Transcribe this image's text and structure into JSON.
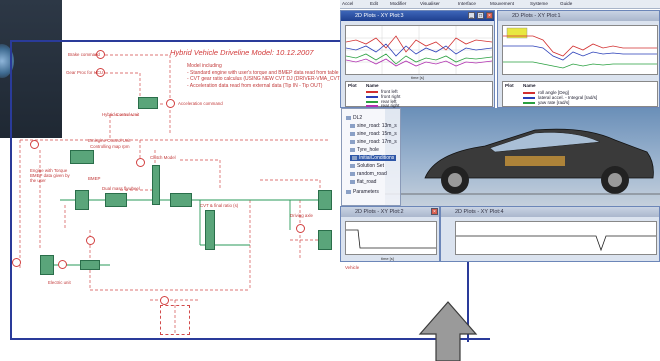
{
  "diagram": {
    "title": "Hybrid Vehicle Driveline Model: 10.12.2007",
    "notes": [
      "Model including",
      "- Standard engine with user's torque and BMEP data read from table",
      "- CVT gear ratio calculus (USING NEW CVT DJ (DRIVER-VMA_CVTB)",
      "- Acceleration data read from external data (Tip IN - Tip OUT)"
    ],
    "labels": {
      "brake": "Brake command",
      "gear": "Gear Proc for HCU",
      "hybrid": "Hybrid Control Unit",
      "accel": "Acceleration command",
      "ecu": "Emisgine Control Unit",
      "ecu2": "Controlling map rpm",
      "engine": "Engine with Torque BMEP data given by the user",
      "bmep": "BMEP",
      "flywheel": "Dual mass flywheel",
      "clutch": "Clutch Model",
      "cvt": "CVT & final ratio (s)",
      "driving_axle": "Driving axle",
      "vehicle": "Vehicle",
      "electric": "Electric unit"
    }
  },
  "menubar": [
    "Accel",
    "Edit",
    "Modifier",
    "Visualiser",
    "Interface",
    "Mouvement",
    "Systeme",
    "Guide"
  ],
  "windows": {
    "plot1": {
      "title": "2D Plots - XY Plot:3"
    },
    "plot2": {
      "title": "2D Plots - XY Plot:1"
    },
    "plot3": {
      "title": "2D Plots - XY Plot:2"
    },
    "plot4": {
      "title": "2D Plots - XY Plot:4"
    }
  },
  "legend1": {
    "col_plot": "Plot",
    "col_name": "Name",
    "rows": [
      {
        "name": "front left",
        "color": "#d23030"
      },
      {
        "name": "front right",
        "color": "#2a3fb8"
      },
      {
        "name": "rear left",
        "color": "#2aa040"
      },
      {
        "name": "rear right",
        "color": "#b030b0"
      }
    ]
  },
  "legend2": {
    "col_plot": "Plot",
    "col_name": "Name",
    "rows": [
      {
        "name": "roll angle [Deg]",
        "color": "#d23030"
      },
      {
        "name": "lateral accel. - Integral [rad/s]",
        "color": "#2a3fb8"
      },
      {
        "name": "yaw rate [rad/s]",
        "color": "#2aa040"
      }
    ]
  },
  "tree": {
    "items": [
      "DL2",
      "sine_road: 13m_s",
      "sine_road: 15m_s",
      "sine_road: 17m_s",
      "Tyre_hole",
      "InitialConditions",
      "Solution Set",
      "random_road",
      "flat_road",
      "Parameters"
    ],
    "selected_index": 5
  },
  "plot1": {
    "axis_label": "time [s]"
  },
  "plot3": {
    "axis_label": "time [s]"
  },
  "colors": {
    "frame_blue": "#2a3b9a",
    "diagram_red": "#d23a3a",
    "title_blue": "#1e3f8f",
    "arrow_gray": "#9a9a9a"
  }
}
